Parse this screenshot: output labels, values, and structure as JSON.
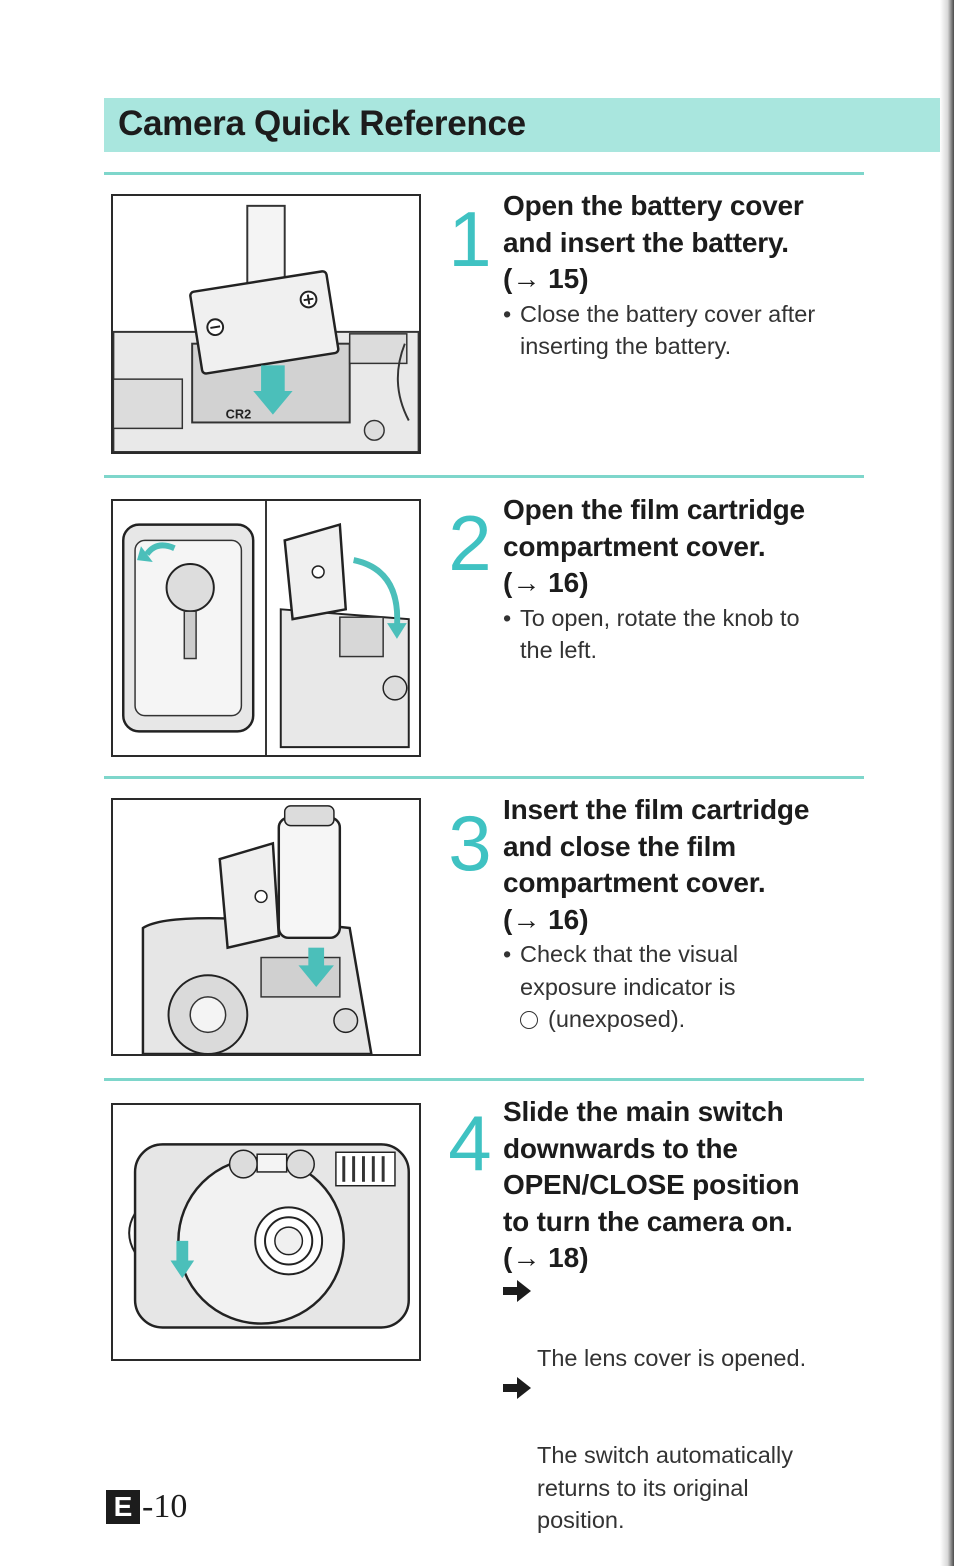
{
  "header": {
    "title": "Camera Quick Reference"
  },
  "steps": [
    {
      "number": "1",
      "title": "Open the battery cover\nand insert the battery.",
      "ref": "(→ 15)",
      "bullets": [
        "Close the battery cover after\ninserting the battery."
      ],
      "illustration": {
        "battery_label": "CR2"
      }
    },
    {
      "number": "2",
      "title": "Open the film cartridge\ncompartment cover.",
      "ref": "(→ 16)",
      "bullets": [
        "To open, rotate the knob to\nthe left."
      ]
    },
    {
      "number": "3",
      "title": "Insert the film cartridge\nand close the film\ncompartment cover.",
      "ref": "(→ 16)",
      "bullets": [
        "Check that the visual\nexposure indicator is"
      ],
      "bullet_cont": "(unexposed)."
    },
    {
      "number": "4",
      "title": "Slide the main switch\ndownwards to the\nOPEN/CLOSE position\nto turn the camera on.",
      "ref": "(→ 18)",
      "results": [
        "The lens cover is opened.",
        "The switch automatically\nreturns to its original\nposition."
      ]
    }
  ],
  "footer": {
    "section_letter": "E",
    "page_number": "-10"
  },
  "colors": {
    "accent": "#a9e6de",
    "rule": "#7ed6cb",
    "step_number": "#3fc2c2"
  },
  "icons": [
    "step-number-1",
    "step-number-2",
    "step-number-3",
    "step-number-4",
    "result-arrow-icon",
    "circle-indicator-icon"
  ]
}
